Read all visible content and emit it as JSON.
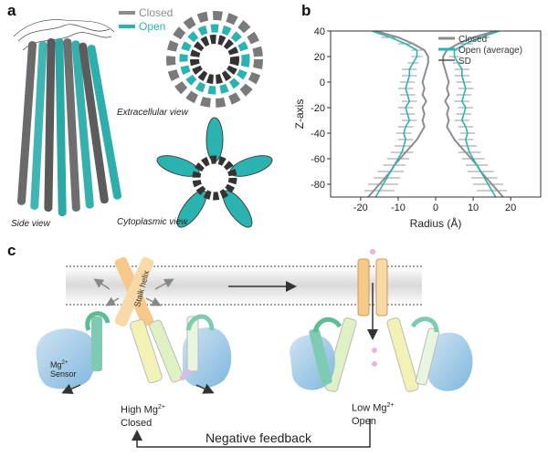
{
  "panels": {
    "a": {
      "letter": "a",
      "legend": [
        {
          "label": "Closed",
          "color": "#8c8c8c"
        },
        {
          "label": "Open",
          "color": "#2ab3b0"
        }
      ],
      "views": {
        "side": "Side view",
        "extracellular": "Extracellular view",
        "cytoplasmic": "Cytoplasmic view"
      }
    },
    "b": {
      "letter": "b"
    },
    "c": {
      "letter": "c",
      "stalk_helix": "Stalk helix",
      "sensor_label": "Sensor",
      "mg_label": "Mg",
      "mg_charge": "2+",
      "closed_state_line1_prefix": "High Mg",
      "closed_state_line1_sup": "2+",
      "closed_state_line2": "Closed",
      "open_state_line1_prefix": "Low Mg",
      "open_state_line1_sup": "2+",
      "open_state_line2": "Open",
      "feedback": "Negative feedback"
    }
  },
  "chart_data": {
    "type": "line",
    "xlabel": "Radius (Å)",
    "ylabel": "Z-axis",
    "xlim": [
      -28,
      28
    ],
    "ylim": [
      -90,
      40
    ],
    "xticks": [
      -20,
      -10,
      0,
      10,
      20
    ],
    "yticks": [
      40,
      20,
      0,
      -20,
      -40,
      -60,
      -80
    ],
    "grid": false,
    "legend_position": "top-right",
    "series": [
      {
        "name": "Closed",
        "color": "#8c8c8c",
        "z": [
          40,
          35,
          30,
          25,
          20,
          15,
          10,
          5,
          0,
          -5,
          -10,
          -15,
          -20,
          -25,
          -30,
          -35,
          -40,
          -45,
          -50,
          -55,
          -60,
          -65,
          -70,
          -75,
          -80,
          -85,
          -90
        ],
        "radius": [
          16,
          10,
          6,
          3,
          2,
          2,
          2.5,
          3,
          3.5,
          3,
          3.5,
          2.5,
          3.5,
          3,
          3.5,
          3,
          4,
          5,
          6.5,
          8,
          9.5,
          11,
          12,
          13.5,
          15,
          16.5,
          18
        ]
      },
      {
        "name": "Open (average)",
        "color": "#2ab3b0",
        "z": [
          40,
          35,
          30,
          25,
          20,
          15,
          10,
          5,
          0,
          -5,
          -10,
          -15,
          -20,
          -25,
          -30,
          -35,
          -40,
          -45,
          -50,
          -55,
          -60,
          -65,
          -70,
          -75,
          -80,
          -85,
          -90
        ],
        "radius": [
          17,
          12,
          8,
          5,
          5,
          6,
          7,
          7,
          7.5,
          8,
          7.5,
          7,
          8,
          7.5,
          7,
          8,
          8.5,
          8,
          8.5,
          9,
          10,
          11,
          12,
          13,
          14,
          15,
          16
        ]
      }
    ],
    "sd_label": "SD",
    "sd_half_width": [
      3,
      2.5,
      2,
      1.5,
      1.5,
      1.5,
      2,
      2,
      2,
      2,
      2,
      2,
      2,
      2,
      2,
      2,
      2,
      2,
      2.5,
      3,
      3,
      3,
      3.5,
      3.5,
      4,
      4,
      4
    ]
  }
}
